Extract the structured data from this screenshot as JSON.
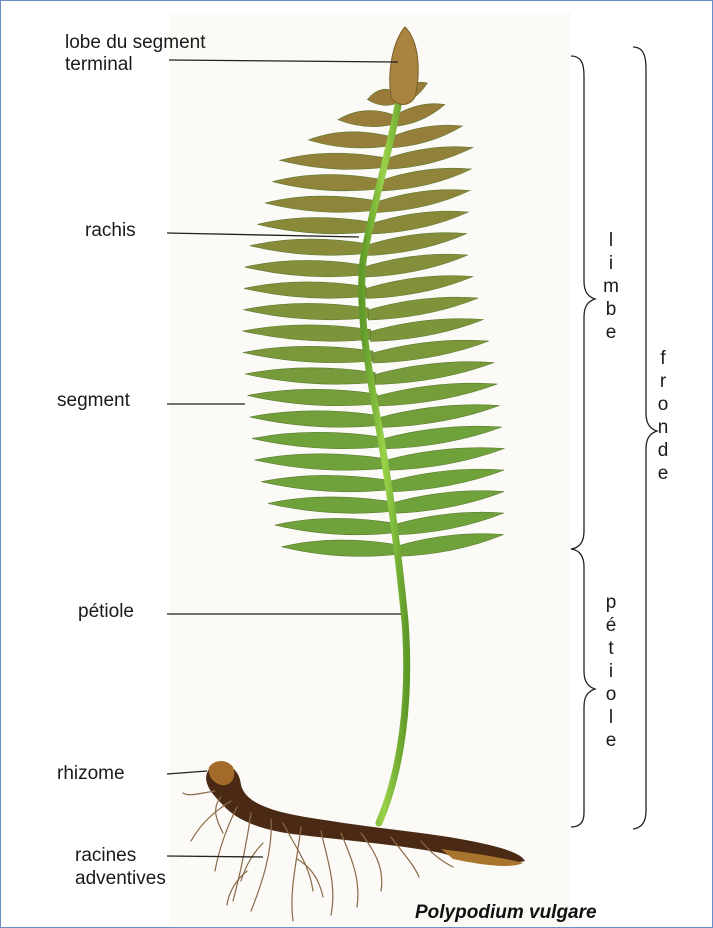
{
  "labels": {
    "lobe_line1": "lobe du segment",
    "lobe_line2": "terminal",
    "rachis": "rachis",
    "segment": "segment",
    "petiole": "pétiole",
    "rhizome": "rhizome",
    "racines_line1": "racines",
    "racines_line2": "adventives"
  },
  "brackets": {
    "limbe": "limbe",
    "petiole": "pétiole",
    "fronde": "fronde"
  },
  "species": "Polypodium vulgare",
  "colors": {
    "leaf_green": "#6fa23a",
    "leaf_brown": "#9a7a3a",
    "rachis_green": "#7fbb3a",
    "rhizome_brown": "#4a2a14",
    "frame_border": "#6a8fc8"
  }
}
